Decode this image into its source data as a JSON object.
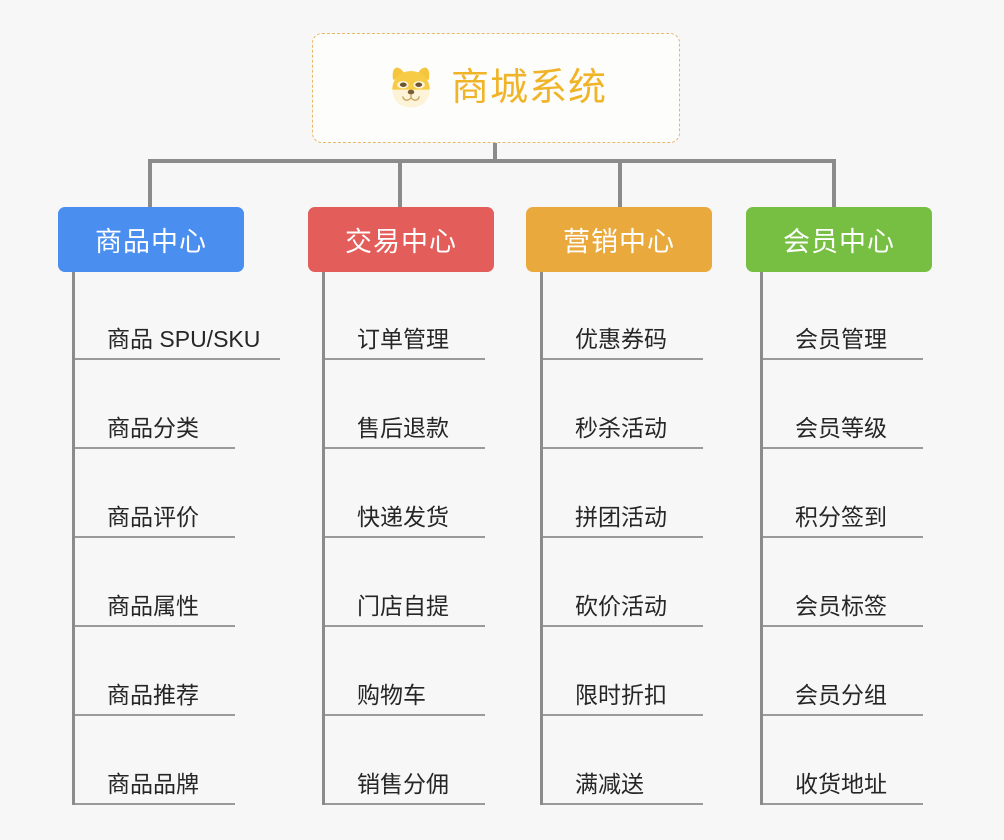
{
  "page": {
    "background_color": "#f7f7f7",
    "connector_color": "#8b8b8b",
    "item_rule_color": "#9a9a9a",
    "item_text_color": "#262626"
  },
  "root": {
    "title": "商城系统",
    "icon": "dog-face-icon",
    "title_color": "#f0b429",
    "border_color": "#e8b86a",
    "card_background": "#fdfdfc"
  },
  "branches": [
    {
      "label": "商品中心",
      "color": "#4a8ef0",
      "items": [
        {
          "label": "商品 SPU/SKU"
        },
        {
          "label": "商品分类"
        },
        {
          "label": "商品评价"
        },
        {
          "label": "商品属性"
        },
        {
          "label": "商品推荐"
        },
        {
          "label": "商品品牌"
        }
      ]
    },
    {
      "label": "交易中心",
      "color": "#e35d5b",
      "items": [
        {
          "label": "订单管理"
        },
        {
          "label": "售后退款"
        },
        {
          "label": "快递发货"
        },
        {
          "label": "门店自提"
        },
        {
          "label": "购物车"
        },
        {
          "label": "销售分佣"
        }
      ]
    },
    {
      "label": "营销中心",
      "color": "#eaa93c",
      "items": [
        {
          "label": "优惠券码"
        },
        {
          "label": "秒杀活动"
        },
        {
          "label": "拼团活动"
        },
        {
          "label": "砍价活动"
        },
        {
          "label": "限时折扣"
        },
        {
          "label": "满减送"
        }
      ]
    },
    {
      "label": "会员中心",
      "color": "#76bf43",
      "items": [
        {
          "label": "会员管理"
        },
        {
          "label": "会员等级"
        },
        {
          "label": "积分签到"
        },
        {
          "label": "会员标签"
        },
        {
          "label": "会员分组"
        },
        {
          "label": "收货地址"
        }
      ]
    }
  ]
}
